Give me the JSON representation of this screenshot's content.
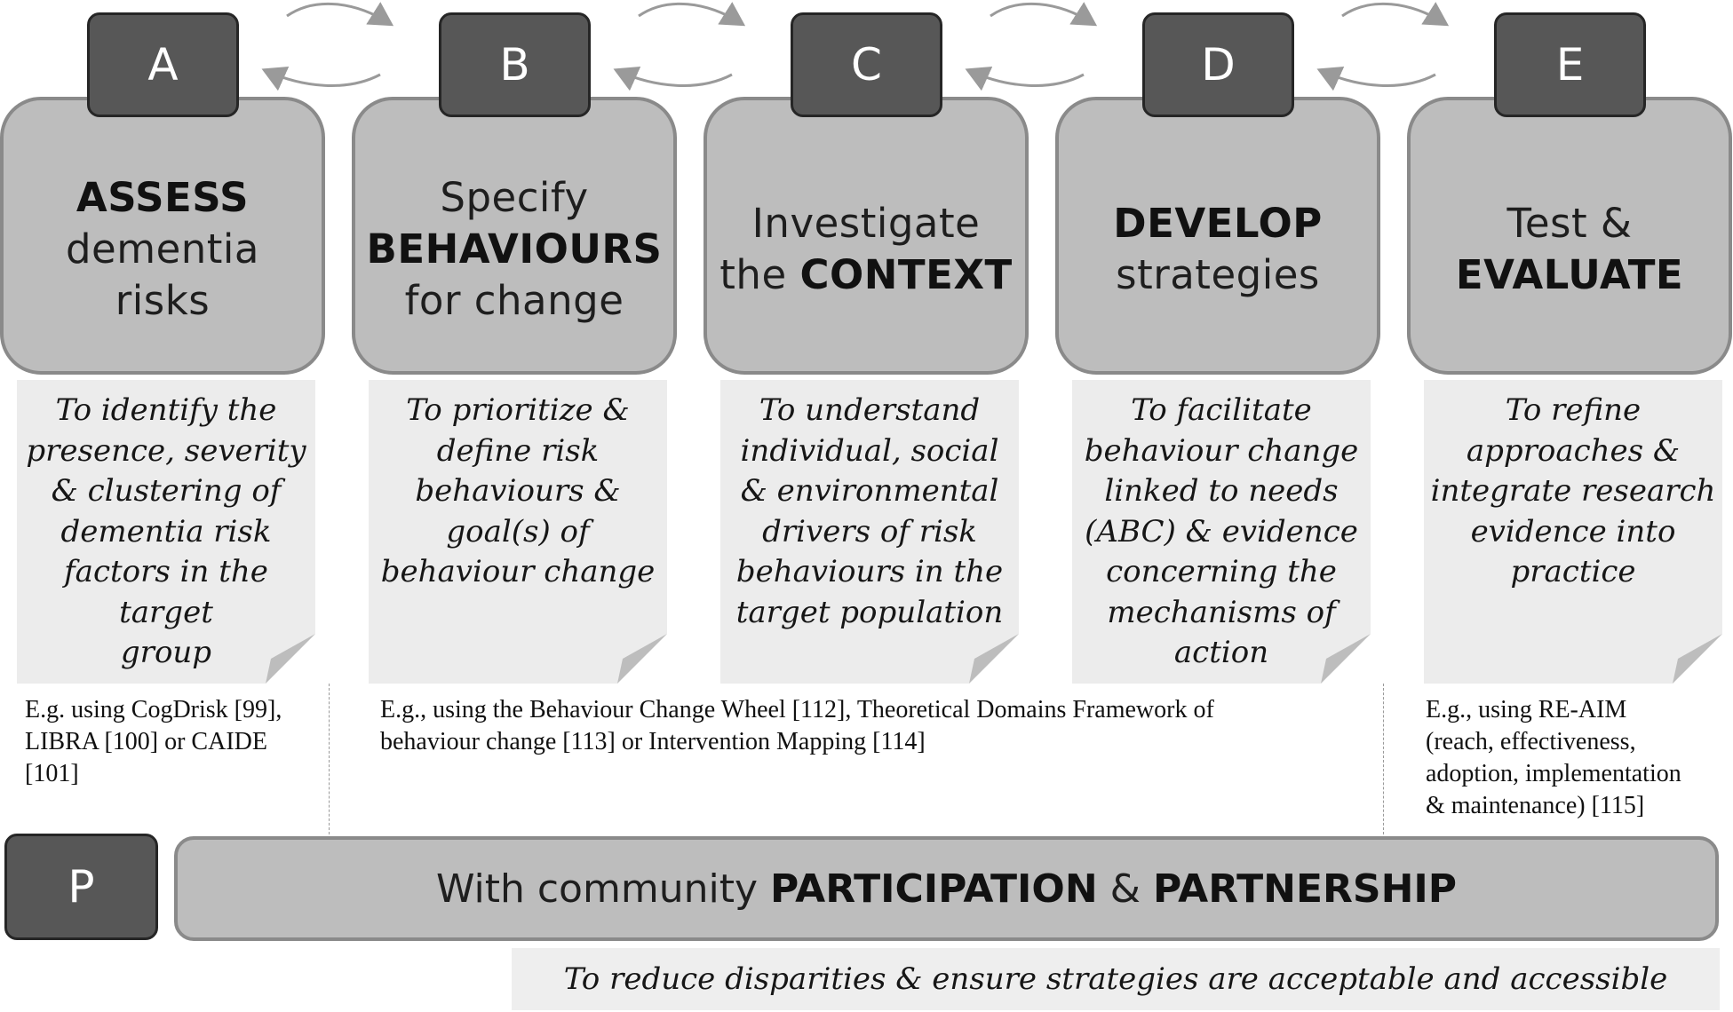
{
  "steps": [
    {
      "letter": "A",
      "l1": "",
      "b1": "ASSESS",
      "l2": "dementia",
      "b2": "",
      "l3": "risks",
      "b3": "",
      "note": [
        "To identify the",
        "presence, severity",
        "& clustering of",
        "dementia risk",
        "factors in the target",
        "group"
      ]
    },
    {
      "letter": "B",
      "l1": "Specify",
      "b1": "",
      "l2": "",
      "b2": "BEHAVIOURS",
      "l3": "for change",
      "b3": "",
      "note": [
        "To prioritize &",
        "define risk",
        "behaviours &",
        "goal(s) of",
        "behaviour change"
      ]
    },
    {
      "letter": "C",
      "l1": "Investigate",
      "b1": "",
      "l2": "the ",
      "b2": "CONTEXT",
      "l3": "",
      "b3": "",
      "note": [
        "To understand",
        "individual, social",
        "& environmental",
        "drivers of risk",
        "behaviours in the",
        "target population"
      ]
    },
    {
      "letter": "D",
      "l1": "",
      "b1": "DEVELOP",
      "l2": "strategies",
      "b2": "",
      "l3": "",
      "b3": "",
      "note": [
        "To facilitate",
        "behaviour change",
        "linked to needs",
        "(ABC) & evidence",
        "concerning the",
        "mechanisms of",
        "action"
      ]
    },
    {
      "letter": "E",
      "l1": "Test &",
      "b1": "",
      "l2": "",
      "b2": "EVALUATE",
      "l3": "",
      "b3": "",
      "note": [
        "To refine",
        "approaches &",
        "integrate research",
        "evidence into",
        "practice"
      ]
    }
  ],
  "examples": {
    "a": [
      "E.g. using CogDrisk [99],",
      "LIBRA [100] or CAIDE",
      "[101]"
    ],
    "bcd": [
      "E.g., using the Behaviour Change Wheel [112], Theoretical Domains Framework of",
      "behaviour change [113] or Intervention Mapping [114]"
    ],
    "e": [
      "E.g., using  RE-AIM",
      "(reach, effectiveness,",
      "adoption, implementation",
      "& maintenance) [115]"
    ]
  },
  "participation": {
    "letter": "P",
    "text_plain": "With community ",
    "text_bold1": "PARTICIPATION",
    "text_amp": " & ",
    "text_bold2": "PARTNERSHIP",
    "note": "To reduce disparities & ensure strategies are acceptable and accessible"
  }
}
